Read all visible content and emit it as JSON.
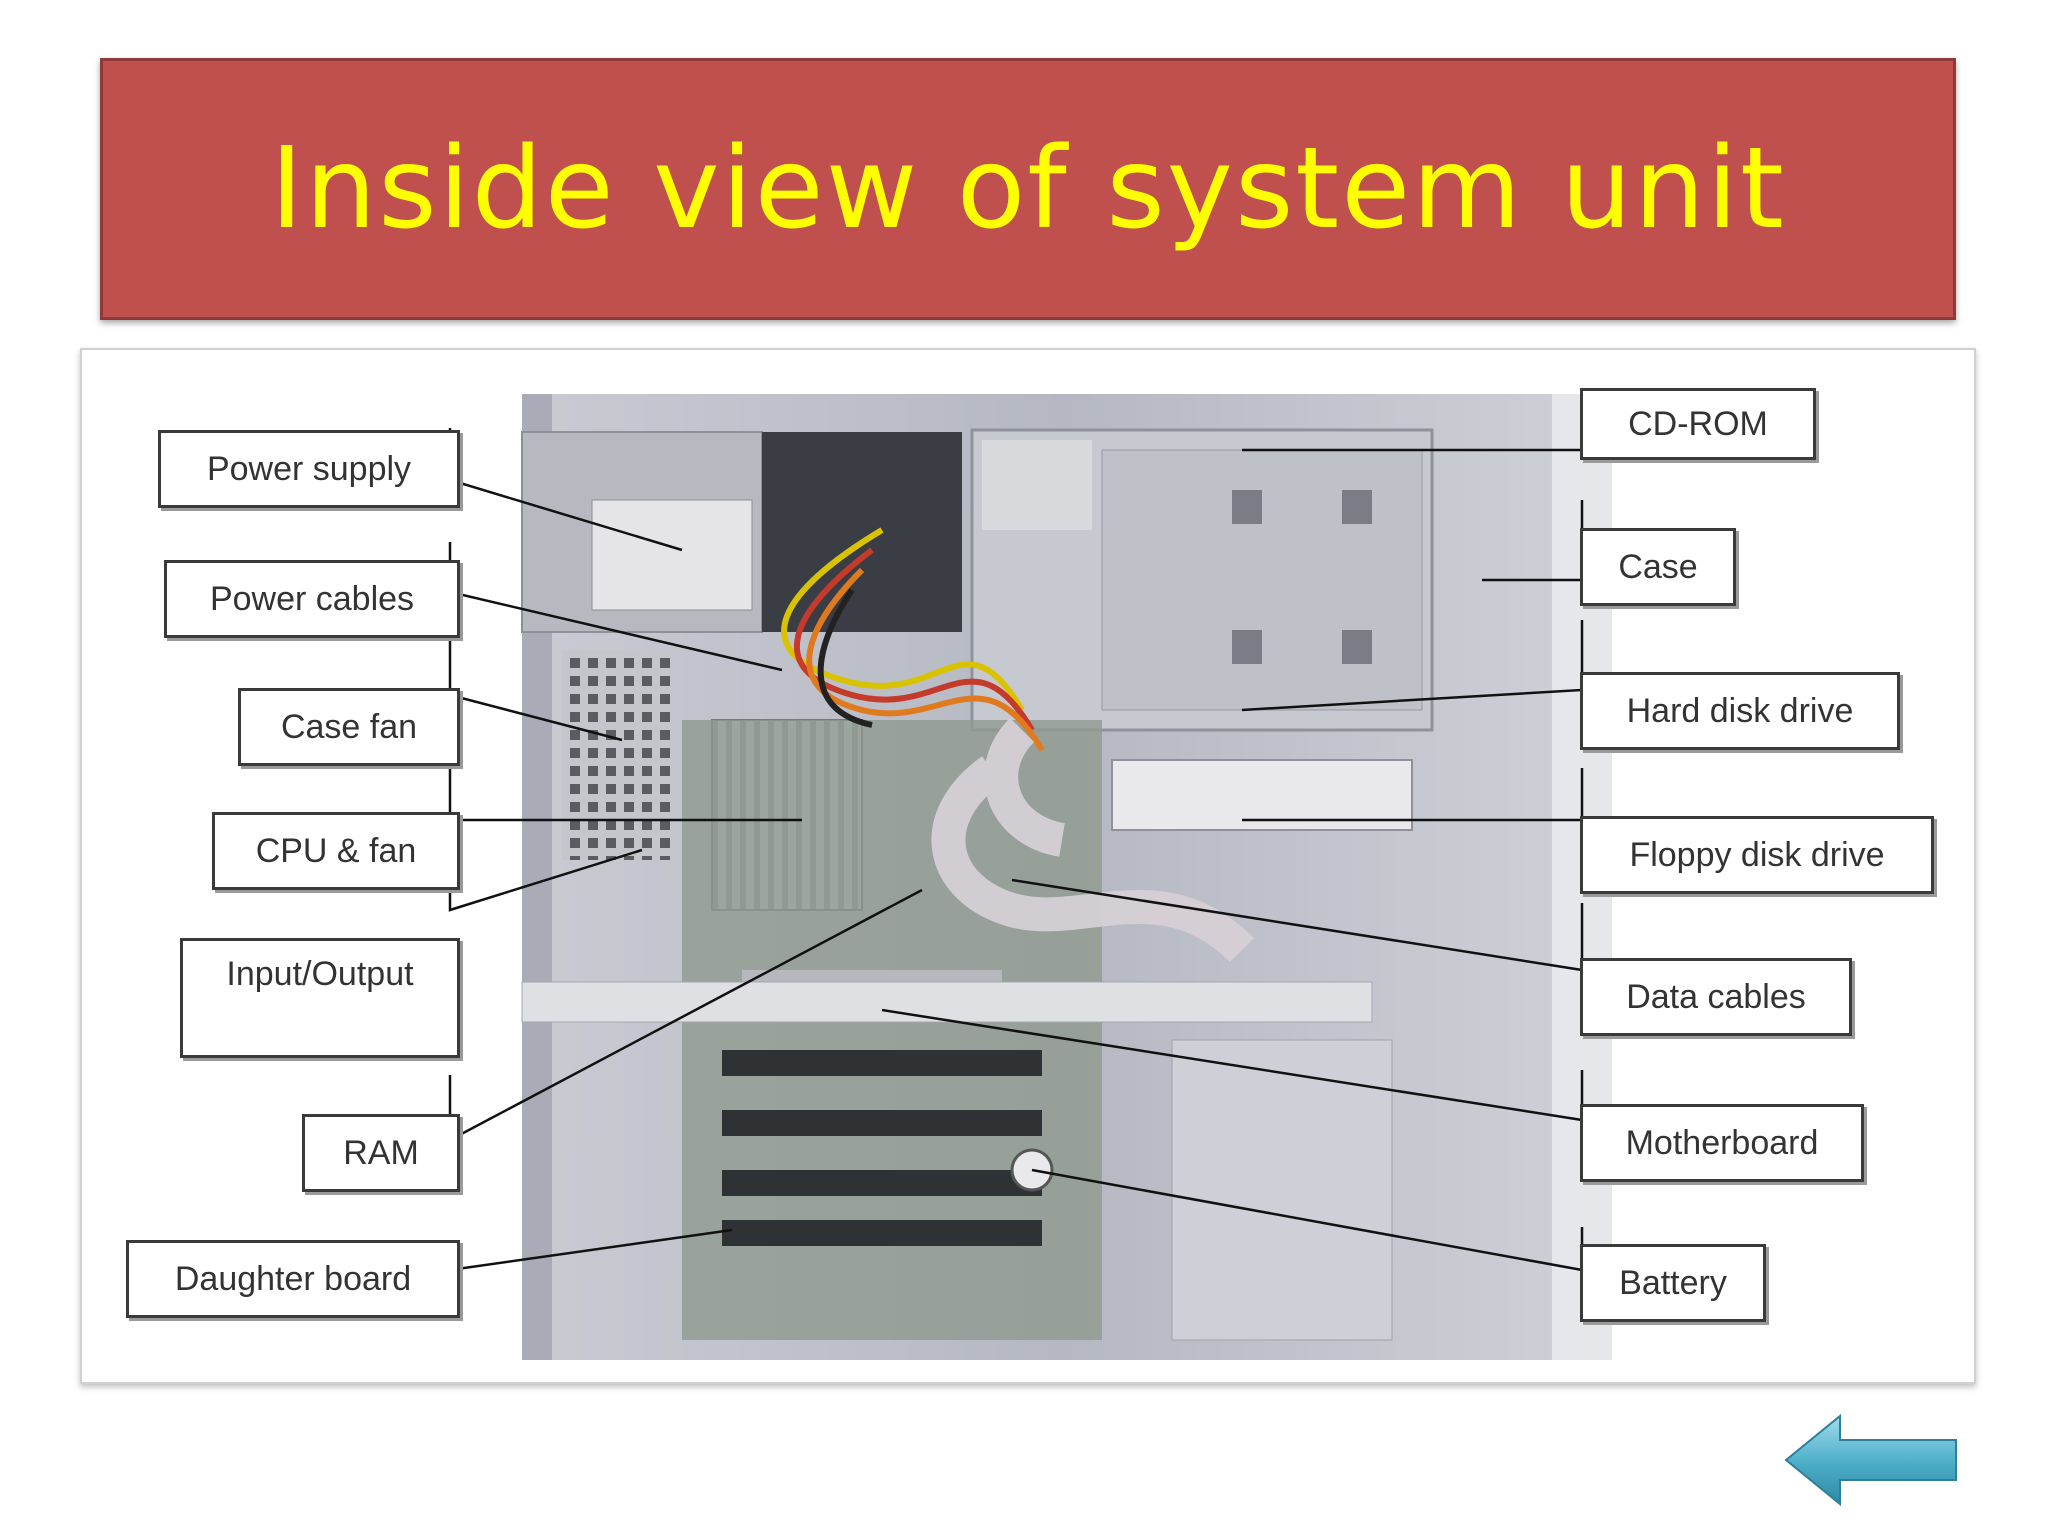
{
  "slide": {
    "title": "Inside view of system unit"
  },
  "labels_left": [
    "Power supply",
    "Power cables",
    "Case fan",
    "CPU & fan",
    "Input/Output",
    "RAM",
    "Daughter board"
  ],
  "labels_right": [
    "CD-ROM",
    "Case",
    "Hard disk drive",
    "Floppy disk drive",
    "Data cables",
    "Motherboard",
    "Battery"
  ],
  "navigation": {
    "back_icon": "arrow-left-icon"
  },
  "colors": {
    "banner": "#c0504d",
    "title_text": "#ffff00",
    "arrow": "#4bacc6"
  }
}
